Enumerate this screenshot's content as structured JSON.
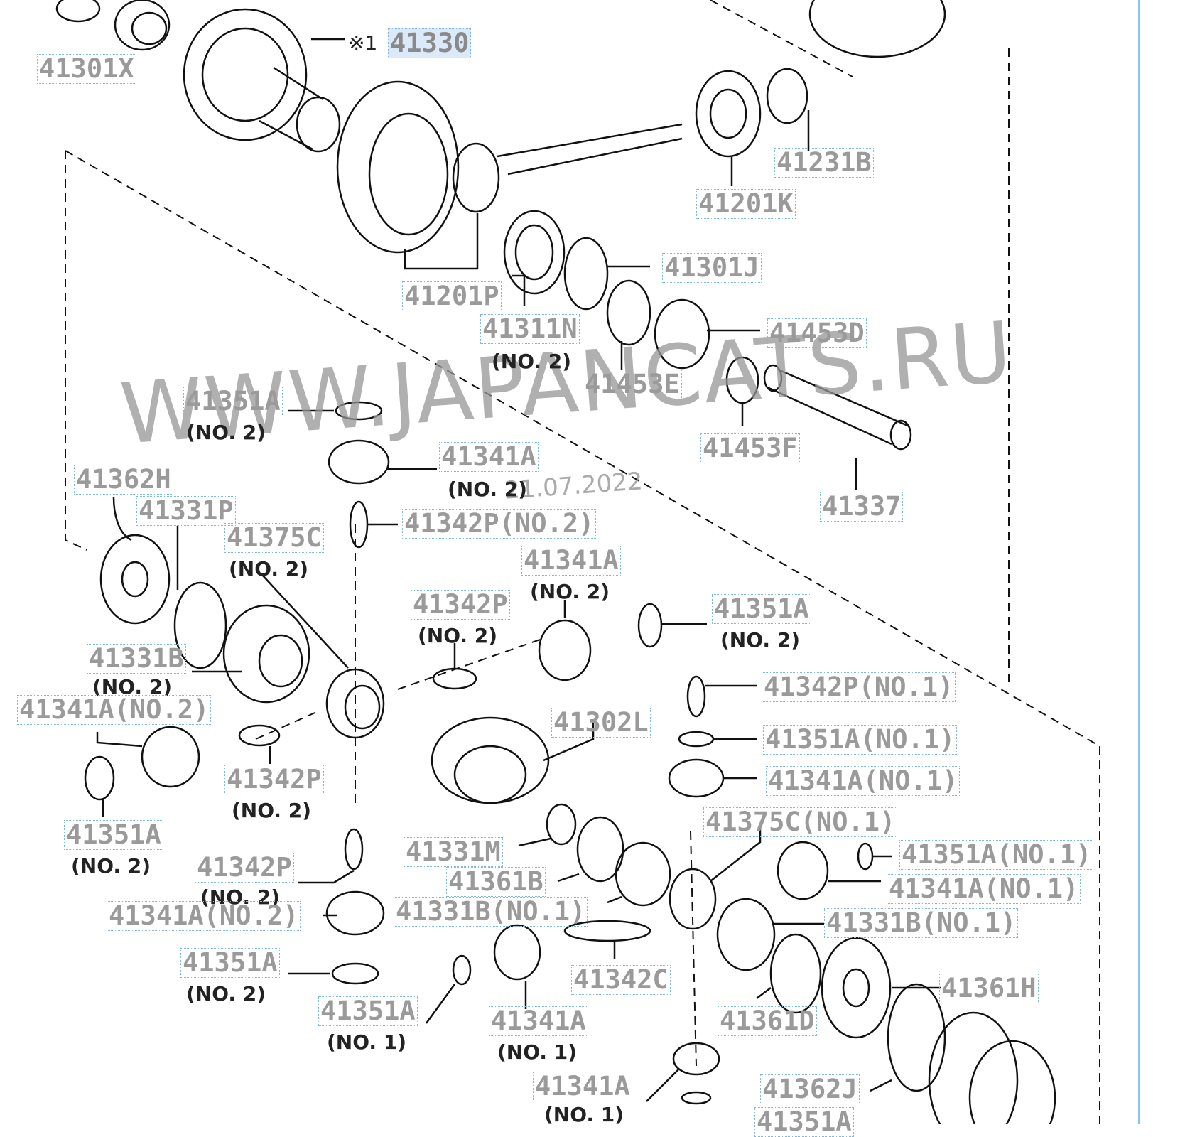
{
  "watermark": "WWW.JAPANCATS.RU",
  "date_stamp": "21.07.2022",
  "ref_mark": "※1",
  "parts": [
    {
      "id": "p41330",
      "code": "41330",
      "note": ""
    },
    {
      "id": "p41301X",
      "code": "41301X",
      "note": ""
    },
    {
      "id": "p41231B",
      "code": "41231B",
      "note": ""
    },
    {
      "id": "p41201K",
      "code": "41201K",
      "note": ""
    },
    {
      "id": "p41301J",
      "code": "41301J",
      "note": ""
    },
    {
      "id": "p41201P",
      "code": "41201P",
      "note": ""
    },
    {
      "id": "p41311N",
      "code": "41311N",
      "note": "(NO. 2)"
    },
    {
      "id": "p41453D",
      "code": "41453D",
      "note": ""
    },
    {
      "id": "p41453E",
      "code": "41453E",
      "note": ""
    },
    {
      "id": "p41453F",
      "code": "41453F",
      "note": ""
    },
    {
      "id": "p41337",
      "code": "41337",
      "note": ""
    },
    {
      "id": "p41351A_a",
      "code": "41351A",
      "note": "(NO. 2)"
    },
    {
      "id": "p41341A_a",
      "code": "41341A",
      "note": "(NO. 2)"
    },
    {
      "id": "p41362H",
      "code": "41362H",
      "note": ""
    },
    {
      "id": "p41331P",
      "code": "41331P",
      "note": ""
    },
    {
      "id": "p41342P_a",
      "code": "41342P(NO.2)",
      "note": ""
    },
    {
      "id": "p41375C_a",
      "code": "41375C",
      "note": "(NO. 2)"
    },
    {
      "id": "p41341A_b",
      "code": "41341A",
      "note": "(NO. 2)"
    },
    {
      "id": "p41342P_b",
      "code": "41342P",
      "note": "(NO. 2)"
    },
    {
      "id": "p41351A_b",
      "code": "41351A",
      "note": "(NO. 2)"
    },
    {
      "id": "p41331B_a",
      "code": "41331B",
      "note": "(NO. 2)"
    },
    {
      "id": "p41341A_c",
      "code": "41341A(NO.2)",
      "note": ""
    },
    {
      "id": "p41342P_c",
      "code": "41342P(NO.1)",
      "note": ""
    },
    {
      "id": "p41302L",
      "code": "41302L",
      "note": ""
    },
    {
      "id": "p41351A_c",
      "code": "41351A(NO.1)",
      "note": ""
    },
    {
      "id": "p41342P_d",
      "code": "41342P",
      "note": "(NO. 2)"
    },
    {
      "id": "p41341A_d",
      "code": "41341A(NO.1)",
      "note": ""
    },
    {
      "id": "p41351A_d",
      "code": "41351A",
      "note": "(NO. 2)"
    },
    {
      "id": "p41375C_b",
      "code": "41375C(NO.1)",
      "note": ""
    },
    {
      "id": "p41331M",
      "code": "41331M",
      "note": ""
    },
    {
      "id": "p41351A_e",
      "code": "41351A(NO.1)",
      "note": ""
    },
    {
      "id": "p41342P_e",
      "code": "41342P",
      "note": "(NO. 2)"
    },
    {
      "id": "p41361B",
      "code": "41361B",
      "note": ""
    },
    {
      "id": "p41341A_e",
      "code": "41341A(NO.1)",
      "note": ""
    },
    {
      "id": "p41341A_f",
      "code": "41341A(NO.2)",
      "note": ""
    },
    {
      "id": "p41331B_b",
      "code": "41331B(NO.1)",
      "note": ""
    },
    {
      "id": "p41331B_c",
      "code": "41331B(NO.1)",
      "note": ""
    },
    {
      "id": "p41351A_f",
      "code": "41351A",
      "note": "(NO. 2)"
    },
    {
      "id": "p41342C",
      "code": "41342C",
      "note": ""
    },
    {
      "id": "p41361H",
      "code": "41361H",
      "note": ""
    },
    {
      "id": "p41351A_g",
      "code": "41351A",
      "note": "(NO. 1)"
    },
    {
      "id": "p41341A_g",
      "code": "41341A",
      "note": "(NO. 1)"
    },
    {
      "id": "p41361D",
      "code": "41361D",
      "note": ""
    },
    {
      "id": "p41341A_h",
      "code": "41341A",
      "note": "(NO. 1)"
    },
    {
      "id": "p41362J",
      "code": "41362J",
      "note": ""
    },
    {
      "id": "p41351A_h",
      "code": "41351A",
      "note": ""
    }
  ]
}
